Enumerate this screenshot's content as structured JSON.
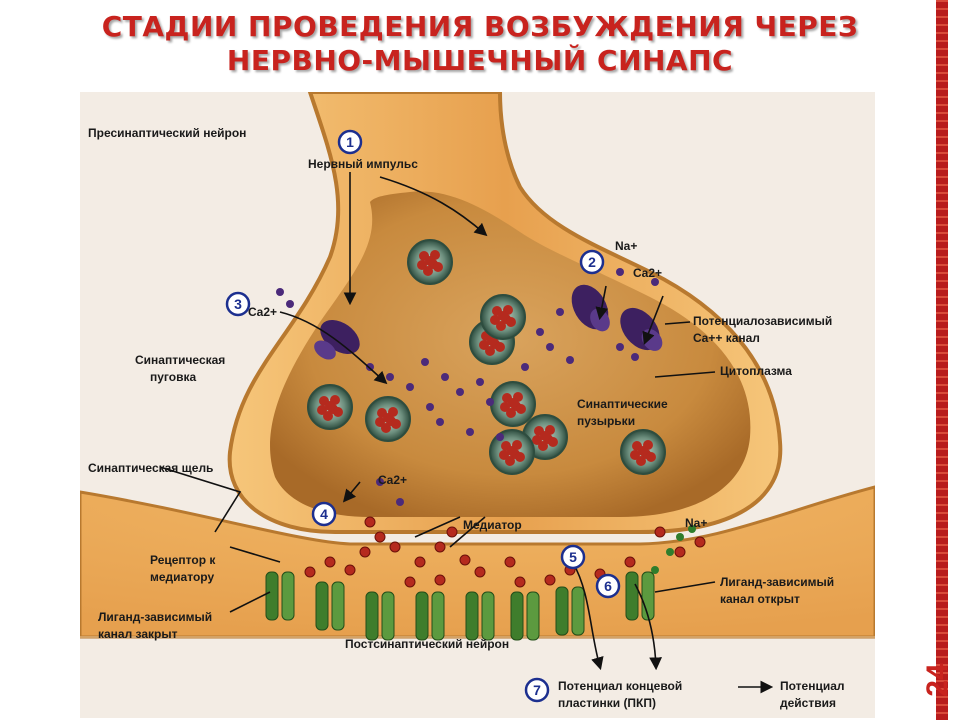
{
  "slide": {
    "title_line1": "СТАДИИ ПРОВЕДЕНИЯ ВОЗБУЖДЕНИЯ ЧЕРЕЗ",
    "title_line2": "НЕРВНО-МЫШЕЧНЫЙ СИНАПС",
    "number": "24",
    "accent_color": "#c8231e"
  },
  "diagram": {
    "labels": {
      "presynaptic_neuron": "Пресинаптический нейрон",
      "nerve_impulse": "Нервный импульс",
      "synaptic_bouton_1": "Синаптическая",
      "synaptic_bouton_2": "пуговка",
      "ca_left": "Ca2+",
      "na_top": "Na+",
      "ca_top": "Ca2+",
      "ca_mid": "Ca2+",
      "vgcc_1": "Потенциалозависимый",
      "vgcc_2": "Ca++ канал",
      "cytoplasm": "Цитоплазма",
      "vesicles_1": "Синаптические",
      "vesicles_2": "пузырьки",
      "cleft": "Синаптическая щель",
      "mediator": "Медиатор",
      "na_right": "Na+",
      "receptor_1": "Рецептор к",
      "receptor_2": "медиатору",
      "lg_closed_1": "Лиганд-зависимый",
      "lg_closed_2": "канал закрыт",
      "lg_open_1": "Лиганд-зависимый",
      "lg_open_2": "канал открыт",
      "postsynaptic_neuron": "Постсинаптический нейрон",
      "epp_1": "Потенциал концевой",
      "epp_2": "пластинки (ПКП)",
      "ap_1": "Потенциал",
      "ap_2": "действия"
    },
    "steps": [
      "1",
      "2",
      "3",
      "4",
      "5",
      "6",
      "7"
    ],
    "colors": {
      "axon": "#e9a44f",
      "cytoplasm": "#c98a3c",
      "vesicle": "#3f6b57",
      "mediator": "#b52a1e",
      "calcium": "#4b2a7a",
      "channel_purple": "#3d2060",
      "receptor_green": "#3f7d2c",
      "step_circle": "#1c2f8f"
    }
  }
}
